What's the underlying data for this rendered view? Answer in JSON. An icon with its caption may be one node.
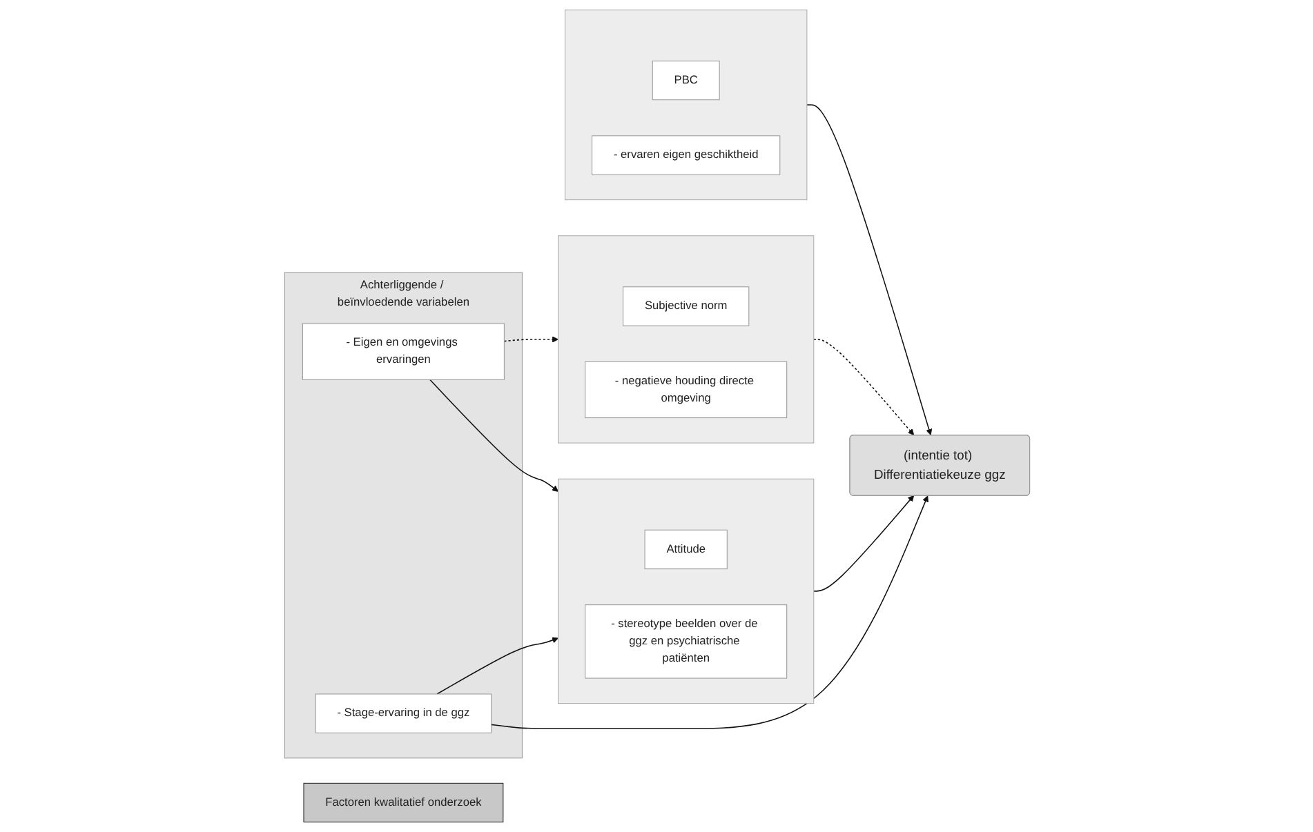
{
  "diagram": {
    "nodes": [
      {
        "text": [
          "Achterliggende / beïnvloedende variabelen"
        ]
      },
      {
        "text": [
          "- Eigen en omgevings ervaringen"
        ],
        "in": 0
      },
      {
        "text": [
          "- Stage-ervaring in de ggz"
        ],
        "in": 0
      },
      {
        "text": [
          "Factoren kwalitatief onderzoek"
        ]
      },
      {
        "text": [],
        "shape": "box"
      },
      {
        "text": [
          "Attitude"
        ],
        "in": 4
      },
      {
        "text": [
          "- stereotype beelden over de ggz en psychiatrische patiënten"
        ],
        "in": 4
      },
      {
        "text": [],
        "shape": "box"
      },
      {
        "text": [
          "Subjective norm"
        ],
        "in": 7
      },
      {
        "text": [
          "- negatieve houding directe omgeving"
        ],
        "in": 7
      },
      {
        "text": [],
        "shape": "box"
      },
      {
        "text": [
          "PBC"
        ],
        "in": 10
      },
      {
        "text": [
          "- ervaren eigen geschiktheid"
        ],
        "in": 10
      },
      {
        "text": [
          "(intentie tot) Differentiatiekeuze ggz"
        ]
      }
    ],
    "edges": [
      {
        "from": 1,
        "to": 4,
        "arrow": "to"
      },
      {
        "from": 1,
        "to": 7,
        "arrow": "to",
        "style": "dashed"
      },
      {
        "from": 2,
        "to": 4,
        "arrow": "to"
      },
      {
        "from": 2,
        "to": 13,
        "arrow": "to"
      },
      {
        "from": 4,
        "to": 13,
        "arrow": "to"
      },
      {
        "from": 7,
        "to": 13,
        "arrow": "to",
        "style": "dashed"
      },
      {
        "from": 10,
        "to": 13,
        "arrow": "to"
      }
    ]
  }
}
